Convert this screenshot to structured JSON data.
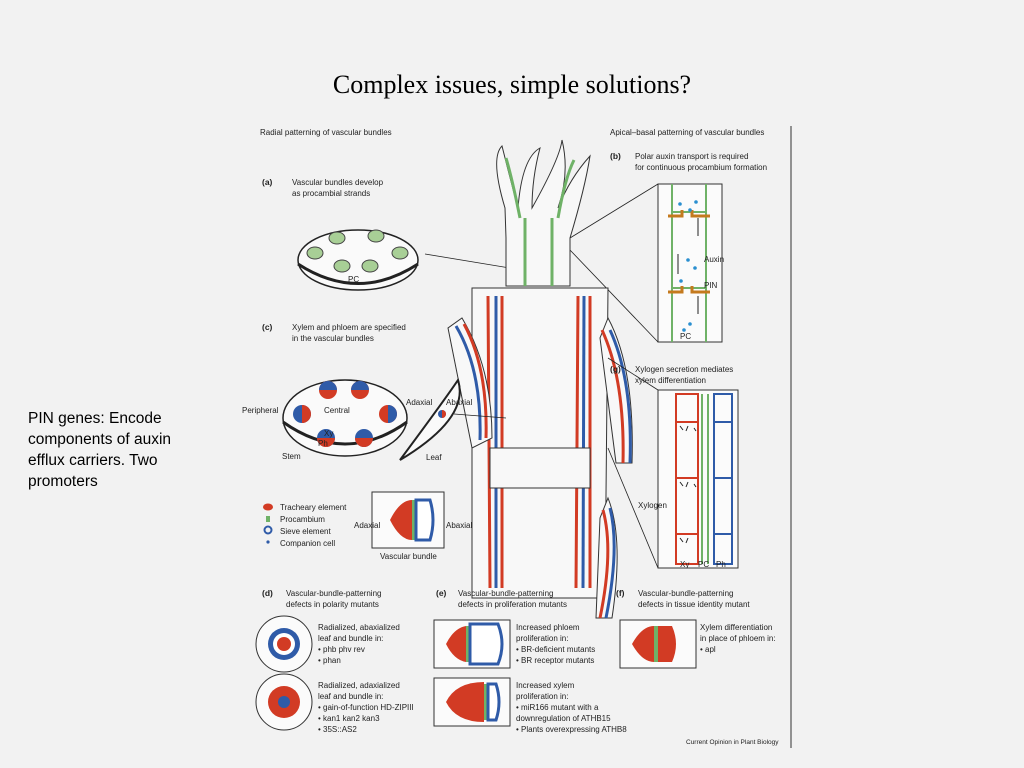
{
  "slide": {
    "title": "Complex issues, simple solutions?",
    "note": "PIN genes: Encode components of auxin efflux carriers. Two promoters"
  },
  "figure": {
    "header_left": "Radial patterning of vascular bundles",
    "header_right": "Apical–basal patterning of vascular bundles",
    "a": {
      "letter": "(a)",
      "line1": "Vascular bundles develop",
      "line2": "as procambial strands",
      "pc": "PC"
    },
    "b": {
      "letter": "(b)",
      "line1": "Polar auxin transport is required",
      "line2": "for continuous procambium formation",
      "auxin": "Auxin",
      "pin": "PIN",
      "pc": "PC"
    },
    "c": {
      "letter": "(c)",
      "line1": "Xylem and phloem are specified",
      "line2": "in the vascular bundles",
      "peripheral": "Peripheral",
      "central": "Central",
      "xy": "Xy",
      "ph": "Ph",
      "stem": "Stem",
      "adaxial": "Adaxial",
      "abaxial": "Abaxial",
      "leaf": "Leaf"
    },
    "g": {
      "letter": "(g)",
      "line1": "Xylogen secretion mediates",
      "line2": "xylem differentiation",
      "xylogen": "Xylogen",
      "xy": "Xy",
      "pc": "PC",
      "ph": "Ph"
    },
    "legend": {
      "tracheary": "Tracheary element",
      "procambium": "Procambium",
      "sieve": "Sieve element",
      "companion": "Companion cell",
      "adaxial": "Adaxial",
      "abaxial": "Abaxial",
      "bundle": "Vascular bundle"
    },
    "d": {
      "letter": "(d)",
      "line1": "Vascular-bundle-patterning",
      "line2": "defects in polarity mutants",
      "t1a": "Radialized, abaxialized",
      "t1b": "leaf and bundle in:",
      "t1c": "• phb phv rev",
      "t1d": "• phan",
      "t2a": "Radialized, adaxialized",
      "t2b": "leaf and bundle in:",
      "t2c": "• gain-of-function HD-ZIPIII",
      "t2d": "• kan1 kan2 kan3",
      "t2e": "• 35S::AS2"
    },
    "e": {
      "letter": "(e)",
      "line1": "Vascular-bundle-patterning",
      "line2": "defects in proliferation mutants",
      "t1a": "Increased phloem",
      "t1b": "proliferation in:",
      "t1c": "• BR-deficient mutants",
      "t1d": "• BR receptor mutants",
      "t2a": "Increased xylem",
      "t2b": "proliferation in:",
      "t2c": "• miR166 mutant with a",
      "t2d": "downregulation of ATHB15",
      "t2e": "• Plants overexpressing ATHB8"
    },
    "f": {
      "letter": "(f)",
      "line1": "Vascular-bundle-patterning",
      "line2": "defects in tissue identity mutant",
      "t1a": "Xylem differentiation",
      "t1b": "in place of phloem in:",
      "t1c": "• apl"
    },
    "credit": "Current Opinion in Plant Biology"
  },
  "colors": {
    "xylem": "#d23b24",
    "phloem": "#2f5ba8",
    "procambium": "#6fb267",
    "auxin": "#2a8fd0",
    "pin": "#c47a1e"
  }
}
